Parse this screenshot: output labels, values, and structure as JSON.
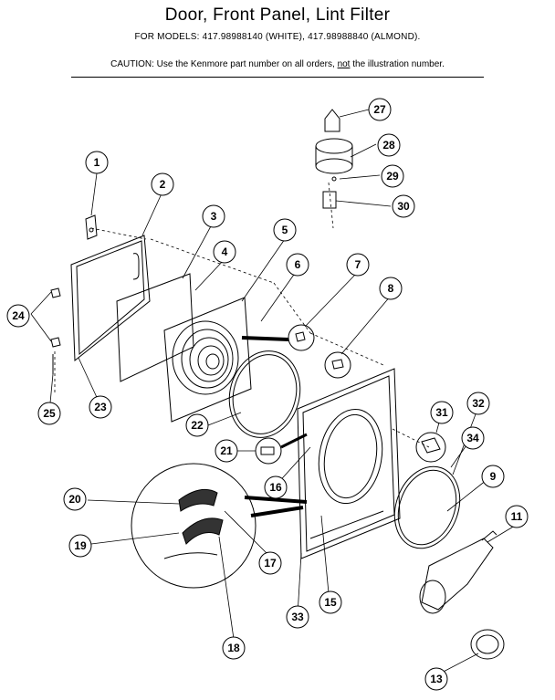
{
  "header": {
    "title": "Door, Front Panel, Lint Filter",
    "models": "FOR MODELS:  417.98988140 (WHITE), 417.98988840 (ALMOND).",
    "caution_prefix": "CAUTION:  Use the Kenmore part number on all orders, ",
    "caution_emphasis": "not",
    "caution_suffix": " the illustration number."
  },
  "callouts": [
    "1",
    "2",
    "3",
    "4",
    "5",
    "6",
    "7",
    "8",
    "9",
    "11",
    "13",
    "15",
    "16",
    "17",
    "18",
    "19",
    "20",
    "21",
    "22",
    "23",
    "24",
    "25",
    "27",
    "28",
    "29",
    "30",
    "31",
    "32",
    "33",
    "34"
  ]
}
